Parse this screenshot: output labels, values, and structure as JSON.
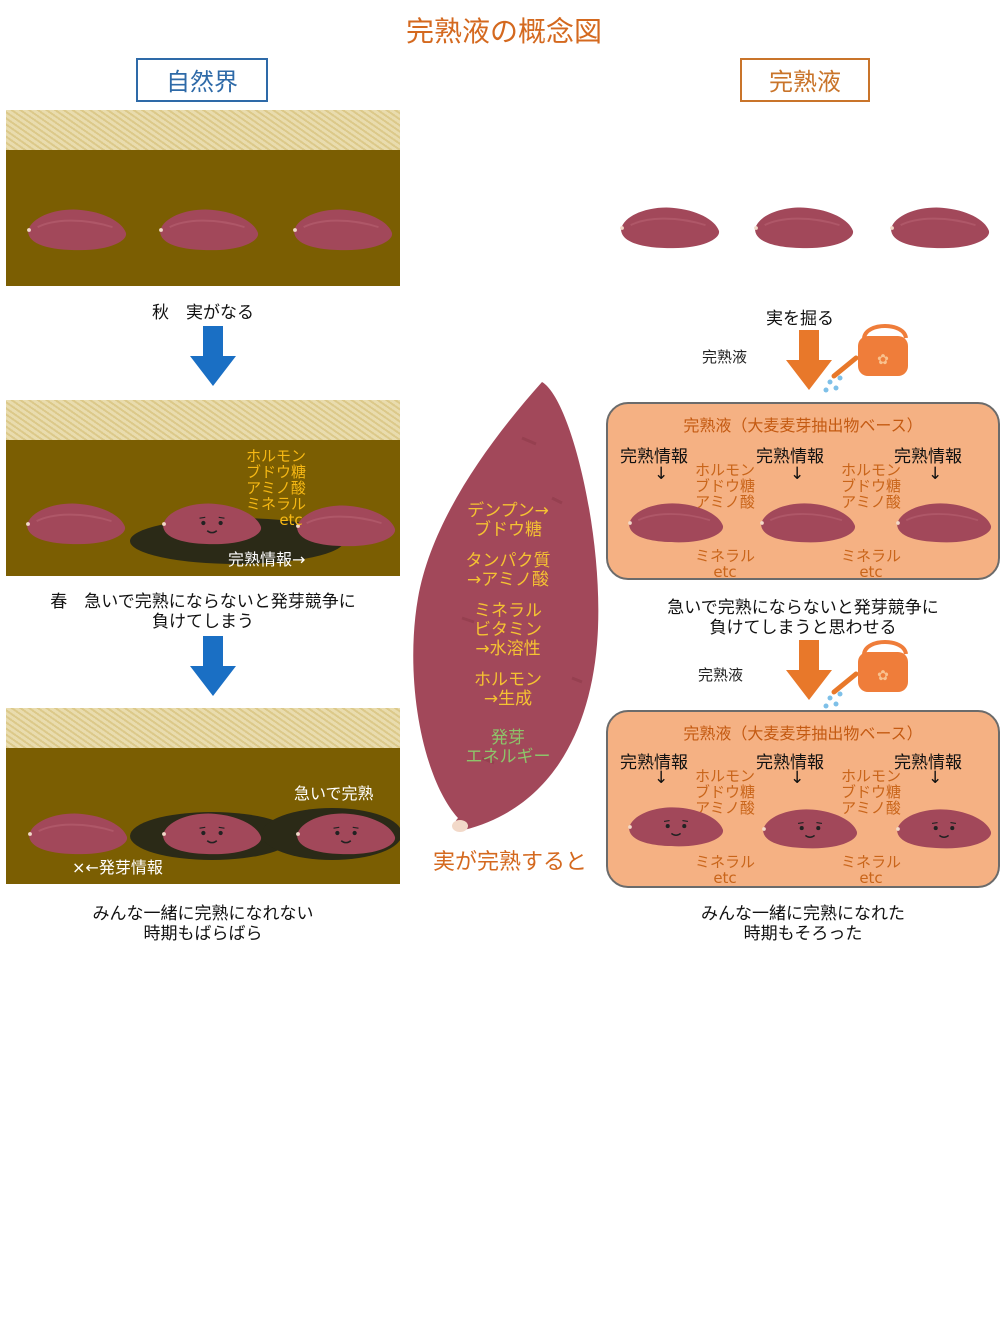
{
  "title": "完熟液の概念図",
  "left_header": "自然界",
  "right_header": "完熟液",
  "left": {
    "cap1": "秋　実がなる",
    "cap2_line1": "春　急いで完熟にならないと発芽競争に",
    "cap2_line2": "負けてしまう",
    "cap3_line1": "みんな一緒に完熟になれない",
    "cap3_line2": "時期もばらばら",
    "panel2_nutrients": [
      "ホルモン",
      "ブドウ糖",
      "アミノ酸",
      "ミネラル",
      "etc"
    ],
    "panel2_info": "完熟情報→",
    "panel3_hurry": "急いで完熟",
    "panel3_info": "×←発芽情報"
  },
  "center": {
    "items": [
      "デンプン→",
      "ブドウ糖",
      "タンパク質",
      "→アミノ酸",
      "ミネラル",
      "ビタミン",
      "→水溶性",
      "ホルモン",
      "→生成"
    ],
    "green": [
      "発芽",
      "エネルギー"
    ],
    "caption": "実が完熟すると"
  },
  "right": {
    "cap1": "実を掘る",
    "liquid_label": "完熟液",
    "box_title": "完熟液（大麦麦芽抽出物ベース）",
    "info": "完熟情報",
    "arrow": "↓",
    "nutrients": [
      "ホルモン",
      "ブドウ糖",
      "アミノ酸"
    ],
    "mineral": "ミネラル",
    "etc": "etc",
    "cap2_line1": "急いで完熟にならないと発芽競争に",
    "cap2_line2": "負けてしまうと思わせる",
    "cap3_line1": "みんな一緒に完熟になれた",
    "cap3_line2": "時期もそろった"
  },
  "colors": {
    "title": "#d4691f",
    "left_header": "#2e6aa8",
    "right_header": "#c9742a",
    "soil": "#7b5e02",
    "potato": "#a2485a",
    "box": "#f5b183",
    "blue_arrow": "#1a6fc4",
    "orange_arrow": "#e8782a"
  }
}
